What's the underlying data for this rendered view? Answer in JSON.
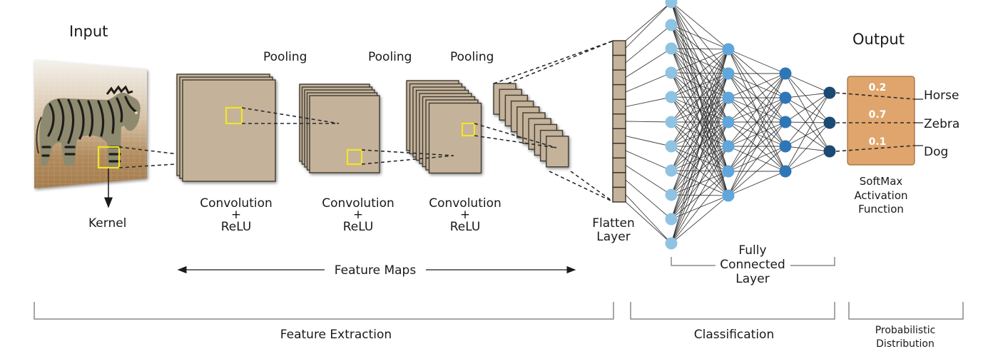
{
  "title_input": "Input",
  "title_output": "Output",
  "kernel_label": "Kernel",
  "pooling_labels": [
    "Pooling",
    "Pooling",
    "Pooling"
  ],
  "conv_blocks": [
    {
      "line1": "Convolution",
      "line2": "+",
      "line3": "ReLU"
    },
    {
      "line1": "Convolution",
      "line2": "+",
      "line3": "ReLU"
    },
    {
      "line1": "Convolution",
      "line2": "+",
      "line3": "ReLU"
    }
  ],
  "feature_maps_label": "Feature  Maps",
  "flatten_label": [
    "Flatten",
    "Layer"
  ],
  "fc_label": [
    "Fully",
    "Connected",
    "Layer"
  ],
  "softmax_label": [
    "SoftMax",
    "Activation",
    "Function"
  ],
  "outputs": [
    {
      "class": "Horse",
      "prob": "0.2"
    },
    {
      "class": "Zebra",
      "prob": "0.7"
    },
    {
      "class": "Dog",
      "prob": "0.1"
    }
  ],
  "sections": {
    "feature_extraction": "Feature Extraction",
    "classification": "Classification",
    "probabilistic": [
      "Probabilistic",
      "Distribution"
    ]
  },
  "network": {
    "flatten_cells": 11,
    "layer_sizes": [
      11,
      7,
      5,
      3
    ],
    "stack_counts": [
      3,
      5,
      8
    ],
    "pooled_maps": 10
  },
  "colors": {
    "feature_map": "#c4b29a",
    "kernel": "#f2e529",
    "softmax_box": "#e0a56c",
    "node_layer1": "#8ec3e3",
    "node_layer2": "#5fa6dc",
    "node_layer3": "#2e77b6",
    "node_output": "#1c4a72"
  }
}
